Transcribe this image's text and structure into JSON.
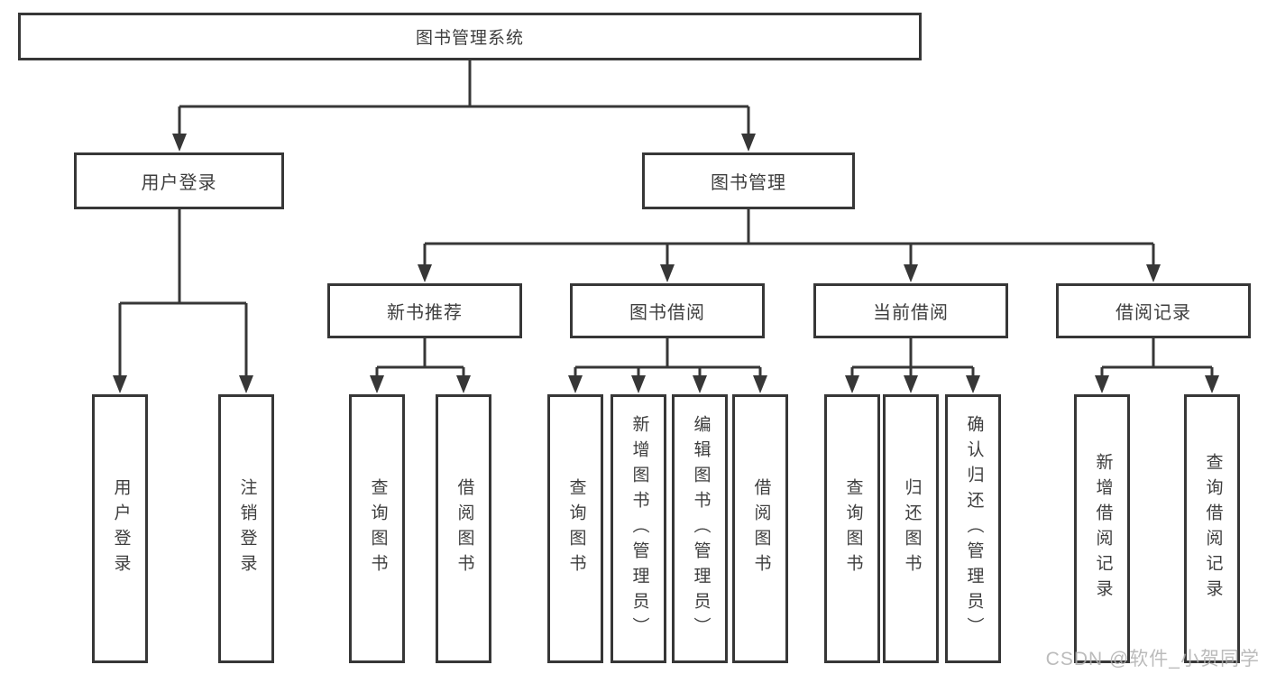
{
  "page": {
    "background": "#ffffff",
    "line_color": "#373737",
    "text_color": "#3e3e3e"
  },
  "tree": {
    "root": {
      "label": "图书管理系统"
    },
    "level2": [
      {
        "label": "用户登录"
      },
      {
        "label": "图书管理"
      }
    ],
    "level3": [
      {
        "label": "新书推荐"
      },
      {
        "label": "图书借阅"
      },
      {
        "label": "当前借阅"
      },
      {
        "label": "借阅记录"
      }
    ],
    "leaves": {
      "user_login": [
        "用户登录",
        "注销登录"
      ],
      "new_book": [
        "查询图书",
        "借阅图书"
      ],
      "book_borrow": [
        "查询图书",
        "新增图书（管理员）",
        "编辑图书（管理员）",
        "借阅图书"
      ],
      "current_borrow": [
        "查询图书",
        "归还图书",
        "确认归还（管理员）"
      ],
      "borrow_records": [
        "新增借阅记录",
        "查询借阅记录"
      ]
    }
  },
  "watermark": "CSDN @软件_小贺同学"
}
